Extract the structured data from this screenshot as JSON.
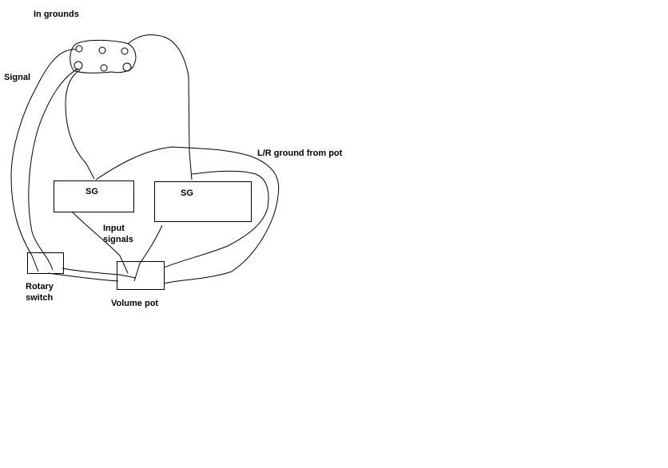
{
  "labels": {
    "in_grounds": "In grounds",
    "signal": "Signal",
    "lr_ground": "L/R ground from pot",
    "sg_left": "SG",
    "sg_right": "SG",
    "input_signals_line1": "Input",
    "input_signals_line2": "signals",
    "rotary_line1": "Rotary",
    "rotary_line2": "switch",
    "volume_pot": "Volume pot"
  },
  "colors": {
    "ink": "#000000",
    "background": "#ffffff"
  }
}
